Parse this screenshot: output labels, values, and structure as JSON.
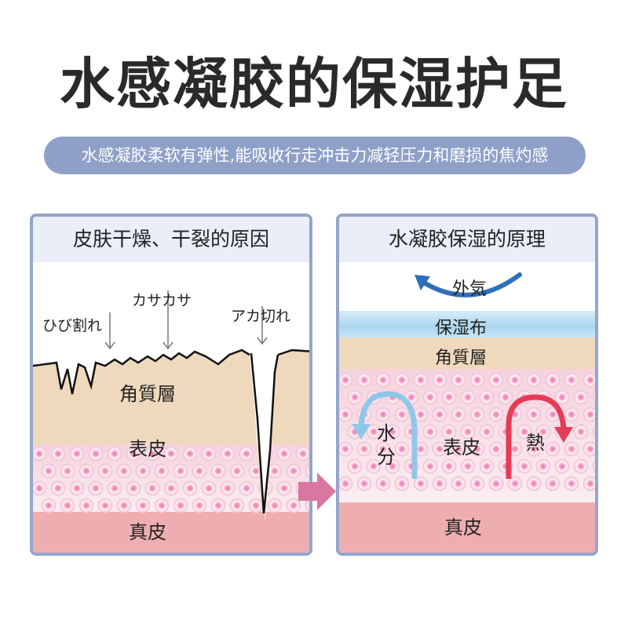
{
  "title": "水感凝胶的保湿护足",
  "subtitle": "水感凝胶柔软有弹性,能吸收行走冲击力减轻压力和磨损的焦灼感",
  "left_panel": {
    "header": "皮肤干燥、干裂的原因",
    "annotations": {
      "cracks": "ひび割れ",
      "dry": "カサカサ",
      "deep_crack": "アカ切れ"
    },
    "layers": {
      "stratum_corneum": "角質層",
      "epidermis": "表皮",
      "dermis": "真皮"
    }
  },
  "right_panel": {
    "header": "水凝胶保湿的原理",
    "outside_air": "外気",
    "moisturizing_cloth": "保湿布",
    "layers": {
      "stratum_corneum": "角質層",
      "epidermis": "表皮",
      "dermis": "真皮"
    },
    "water_top": "水",
    "water_bottom": "分",
    "heat": "熱"
  },
  "colors": {
    "panel_border": "#93a6cb",
    "subtitle_bg": "#8ea0c8",
    "stratum": "#efd9bd",
    "epidermis": "#f7dbe4",
    "dermis": "#eeaeb1",
    "water_arrow": "#8fc7ea",
    "heat_arrow": "#e63b55",
    "air_arrow": "#2f6fb9",
    "transfer_arrow": "#d977a0"
  }
}
